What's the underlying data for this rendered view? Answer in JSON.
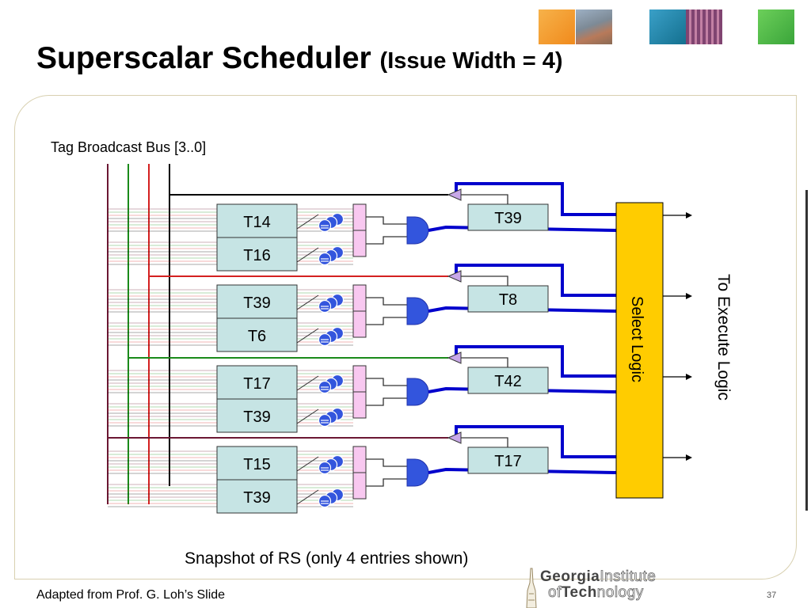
{
  "slide": {
    "title": "Superscalar Scheduler",
    "subtitle": "(Issue Width = 4)",
    "footer": "Adapted from Prof. G. Loh’s Slide",
    "page_number": "37"
  },
  "logo": {
    "line1_bold": "Georgia",
    "line1_light": "Institute",
    "line2_light1": "of",
    "line2_bold": "Tech",
    "line2_light2": "nology"
  },
  "diagram": {
    "bus_label": "Tag Broadcast Bus [3..0]",
    "bus_colors": [
      "#6b1733",
      "#1a8a1a",
      "#d42020",
      "#000000"
    ],
    "entries": [
      {
        "left": "T14",
        "right": "T16",
        "dest": "T39"
      },
      {
        "left": "T39",
        "right": "T6",
        "dest": "T8"
      },
      {
        "left": "T17",
        "right": "T39",
        "dest": "T42"
      },
      {
        "left": "T15",
        "right": "T39",
        "dest": "T17"
      }
    ],
    "select_label": "Select Logic",
    "execute_label": "To Execute Logic",
    "caption": "Snapshot of RS (only 4 entries shown)",
    "colors": {
      "tag_box": "#c6e4e4",
      "ready_box": "#f8c8f0",
      "select_box": "#ffcc00",
      "grant_wire": "#0000cc",
      "comparator": "#3355dd",
      "request_arrow": "#c8a8e8"
    }
  }
}
